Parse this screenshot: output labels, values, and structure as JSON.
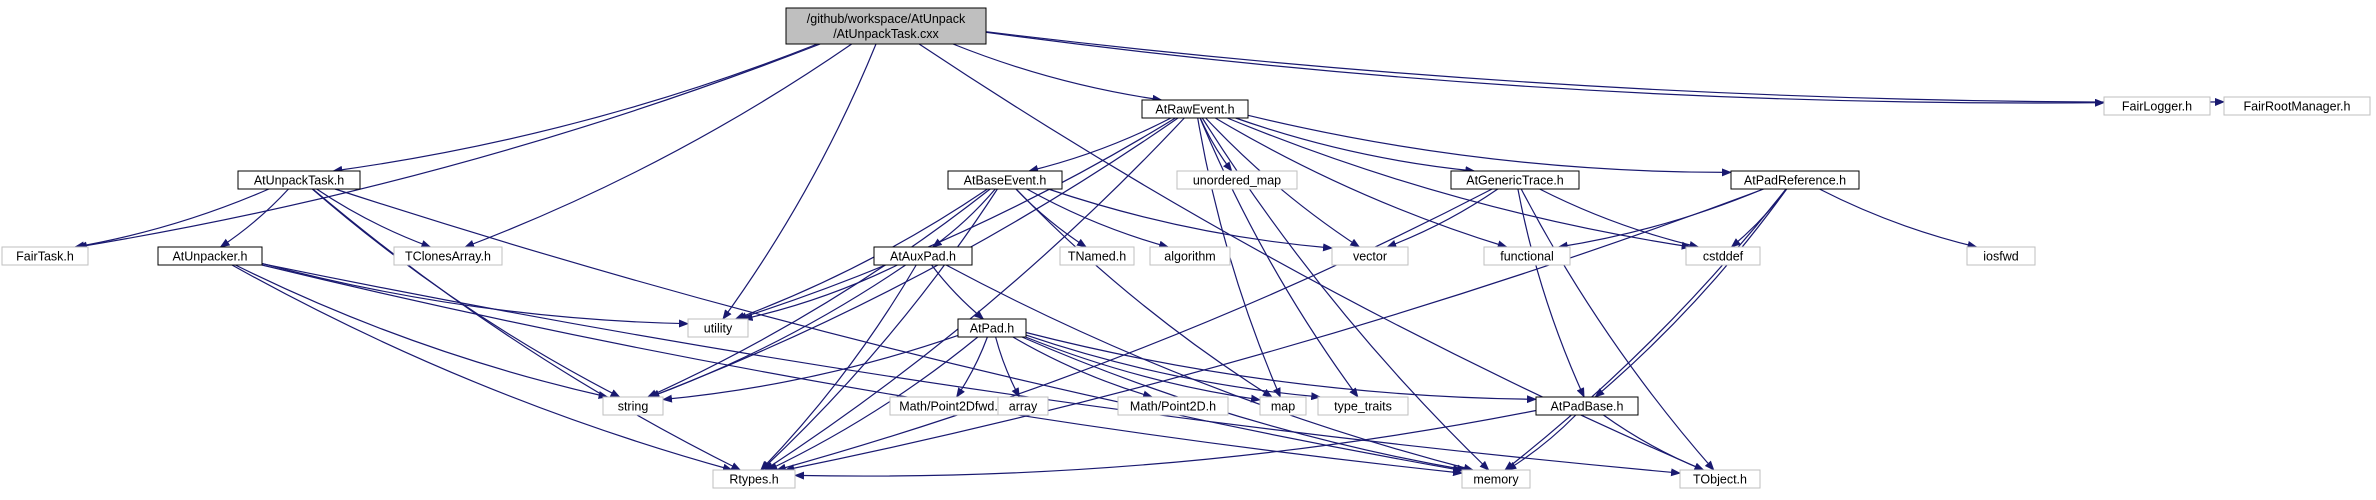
{
  "colors": {
    "edge": "#191970",
    "main_fill": "#bfbfbf",
    "node_border": "#000000",
    "external_border": "#bfbfbf",
    "text": "#000000"
  },
  "diagram": {
    "nodes": [
      {
        "id": "root",
        "label": "/github/workspace/AtUnpack\n/AtUnpackTask.cxx",
        "kind": "main"
      },
      {
        "id": "AtRawEvent",
        "label": "AtRawEvent.h",
        "kind": "internal"
      },
      {
        "id": "FairLogger",
        "label": "FairLogger.h",
        "kind": "external"
      },
      {
        "id": "FairRootManager",
        "label": "FairRootManager.h",
        "kind": "external"
      },
      {
        "id": "AtUnpackTask",
        "label": "AtUnpackTask.h",
        "kind": "internal"
      },
      {
        "id": "AtBaseEvent",
        "label": "AtBaseEvent.h",
        "kind": "internal"
      },
      {
        "id": "unordered_map",
        "label": "unordered_map",
        "kind": "external"
      },
      {
        "id": "AtGenericTrace",
        "label": "AtGenericTrace.h",
        "kind": "internal"
      },
      {
        "id": "AtPadReference",
        "label": "AtPadReference.h",
        "kind": "internal"
      },
      {
        "id": "FairTask",
        "label": "FairTask.h",
        "kind": "external"
      },
      {
        "id": "AtUnpacker",
        "label": "AtUnpacker.h",
        "kind": "internal"
      },
      {
        "id": "TClonesArray",
        "label": "TClonesArray.h",
        "kind": "external"
      },
      {
        "id": "AtAuxPad",
        "label": "AtAuxPad.h",
        "kind": "internal"
      },
      {
        "id": "TNamed",
        "label": "TNamed.h",
        "kind": "external"
      },
      {
        "id": "algorithm",
        "label": "algorithm",
        "kind": "external"
      },
      {
        "id": "vector",
        "label": "vector",
        "kind": "external"
      },
      {
        "id": "functional",
        "label": "functional",
        "kind": "external"
      },
      {
        "id": "cstddef",
        "label": "cstddef",
        "kind": "external"
      },
      {
        "id": "iosfwd",
        "label": "iosfwd",
        "kind": "external"
      },
      {
        "id": "utility",
        "label": "utility",
        "kind": "external"
      },
      {
        "id": "AtPad",
        "label": "AtPad.h",
        "kind": "internal"
      },
      {
        "id": "string",
        "label": "string",
        "kind": "external"
      },
      {
        "id": "Point2Dfwd",
        "label": "Math/Point2Dfwd.h",
        "kind": "external"
      },
      {
        "id": "array",
        "label": "array",
        "kind": "external"
      },
      {
        "id": "Point2D",
        "label": "Math/Point2D.h",
        "kind": "external"
      },
      {
        "id": "map",
        "label": "map",
        "kind": "external"
      },
      {
        "id": "type_traits",
        "label": "type_traits",
        "kind": "external"
      },
      {
        "id": "AtPadBase",
        "label": "AtPadBase.h",
        "kind": "internal"
      },
      {
        "id": "Rtypes",
        "label": "Rtypes.h",
        "kind": "external"
      },
      {
        "id": "memory",
        "label": "memory",
        "kind": "external"
      },
      {
        "id": "TObject",
        "label": "TObject.h",
        "kind": "external"
      }
    ],
    "edges": [
      [
        "root",
        "AtRawEvent"
      ],
      [
        "root",
        "FairLogger"
      ],
      [
        "root",
        "FairRootManager"
      ],
      [
        "root",
        "AtUnpackTask"
      ],
      [
        "root",
        "FairTask"
      ],
      [
        "root",
        "TClonesArray"
      ],
      [
        "root",
        "utility"
      ],
      [
        "root",
        "TObject"
      ],
      [
        "AtRawEvent",
        "AtBaseEvent"
      ],
      [
        "AtRawEvent",
        "unordered_map"
      ],
      [
        "AtRawEvent",
        "AtGenericTrace"
      ],
      [
        "AtRawEvent",
        "AtPadReference"
      ],
      [
        "AtRawEvent",
        "vector"
      ],
      [
        "AtRawEvent",
        "functional"
      ],
      [
        "AtRawEvent",
        "cstddef"
      ],
      [
        "AtRawEvent",
        "map"
      ],
      [
        "AtRawEvent",
        "type_traits"
      ],
      [
        "AtRawEvent",
        "utility"
      ],
      [
        "AtRawEvent",
        "string"
      ],
      [
        "AtRawEvent",
        "Rtypes"
      ],
      [
        "AtRawEvent",
        "memory"
      ],
      [
        "AtUnpackTask",
        "FairTask"
      ],
      [
        "AtUnpackTask",
        "AtUnpacker"
      ],
      [
        "AtUnpackTask",
        "TClonesArray"
      ],
      [
        "AtUnpackTask",
        "string"
      ],
      [
        "AtUnpackTask",
        "Rtypes"
      ],
      [
        "AtUnpackTask",
        "memory"
      ],
      [
        "AtBaseEvent",
        "AtAuxPad"
      ],
      [
        "AtBaseEvent",
        "TNamed"
      ],
      [
        "AtBaseEvent",
        "algorithm"
      ],
      [
        "AtBaseEvent",
        "vector"
      ],
      [
        "AtBaseEvent",
        "utility"
      ],
      [
        "AtBaseEvent",
        "string"
      ],
      [
        "AtBaseEvent",
        "map"
      ],
      [
        "AtBaseEvent",
        "Rtypes"
      ],
      [
        "AtGenericTrace",
        "vector"
      ],
      [
        "AtGenericTrace",
        "cstddef"
      ],
      [
        "AtGenericTrace",
        "AtPadBase"
      ],
      [
        "AtGenericTrace",
        "Rtypes"
      ],
      [
        "AtGenericTrace",
        "TObject"
      ],
      [
        "AtPadReference",
        "functional"
      ],
      [
        "AtPadReference",
        "cstddef"
      ],
      [
        "AtPadReference",
        "iosfwd"
      ],
      [
        "AtPadReference",
        "AtPadBase"
      ],
      [
        "AtPadReference",
        "Rtypes"
      ],
      [
        "AtPadReference",
        "memory"
      ],
      [
        "AtUnpacker",
        "utility"
      ],
      [
        "AtUnpacker",
        "string"
      ],
      [
        "AtUnpacker",
        "Rtypes"
      ],
      [
        "AtUnpacker",
        "memory"
      ],
      [
        "AtUnpacker",
        "TObject"
      ],
      [
        "AtAuxPad",
        "AtPad"
      ],
      [
        "AtAuxPad",
        "utility"
      ],
      [
        "AtAuxPad",
        "string"
      ],
      [
        "AtAuxPad",
        "Rtypes"
      ],
      [
        "AtAuxPad",
        "memory"
      ],
      [
        "AtPad",
        "string"
      ],
      [
        "AtPad",
        "Point2Dfwd"
      ],
      [
        "AtPad",
        "array"
      ],
      [
        "AtPad",
        "Point2D"
      ],
      [
        "AtPad",
        "map"
      ],
      [
        "AtPad",
        "type_traits"
      ],
      [
        "AtPad",
        "AtPadBase"
      ],
      [
        "AtPad",
        "Rtypes"
      ],
      [
        "AtPad",
        "memory"
      ],
      [
        "AtPadBase",
        "Rtypes"
      ],
      [
        "AtPadBase",
        "memory"
      ],
      [
        "AtPadBase",
        "TObject"
      ]
    ]
  }
}
